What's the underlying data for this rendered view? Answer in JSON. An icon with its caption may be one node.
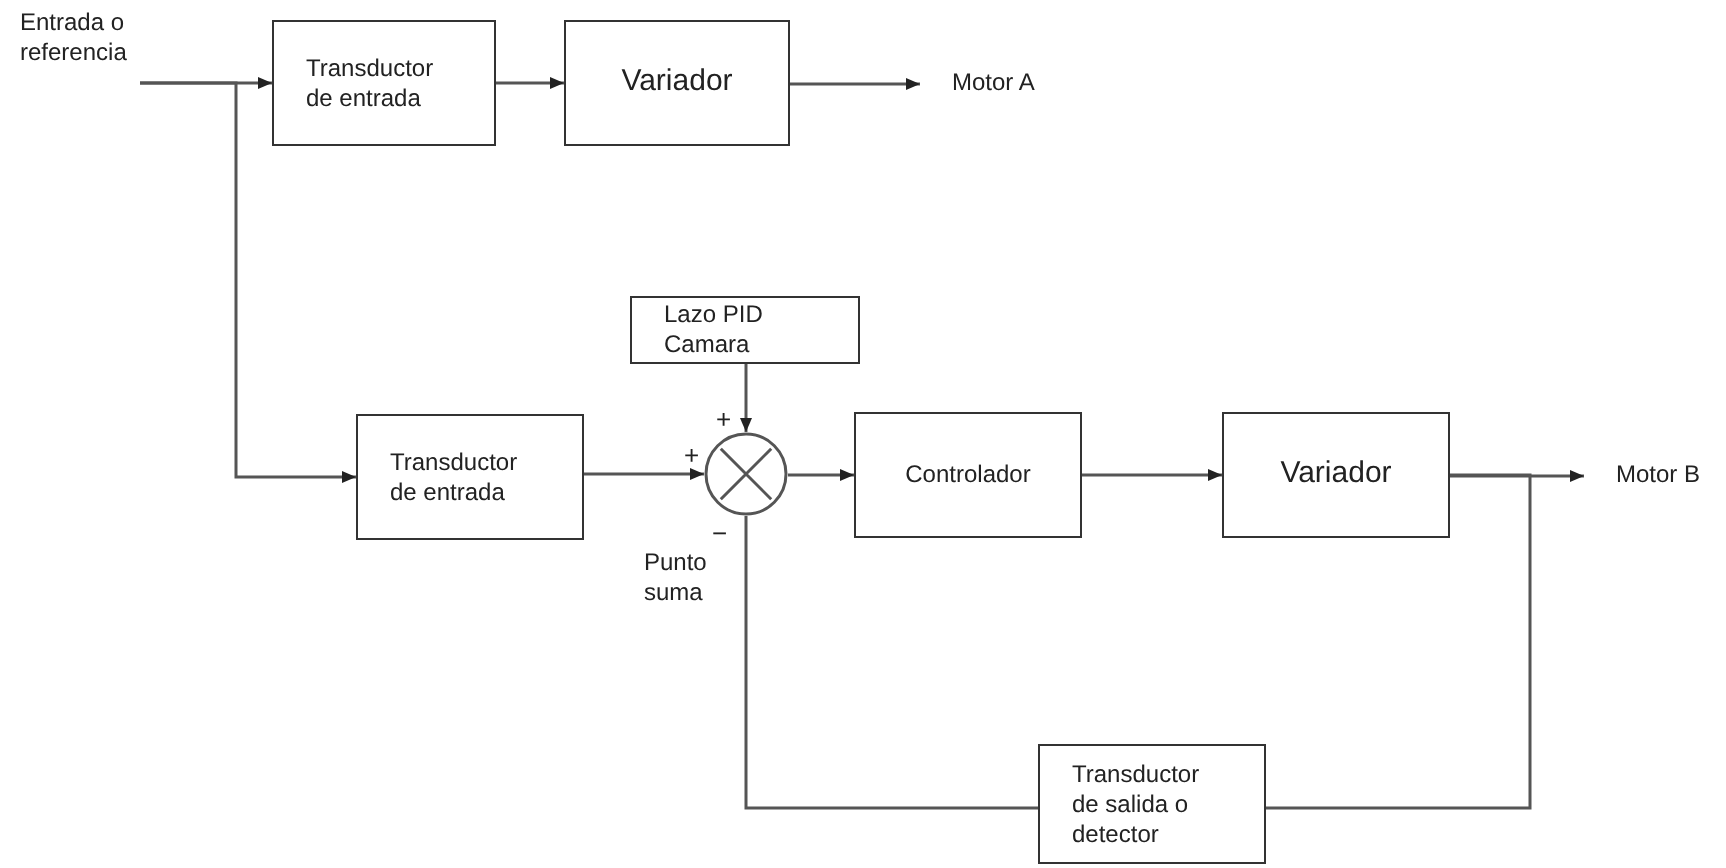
{
  "diagram": {
    "nodes": [
      {
        "text": [
          "Entrada o referencia"
        ]
      },
      {
        "text": [
          "Transductor de entrada"
        ]
      },
      {
        "text": [
          "Variador"
        ]
      },
      {
        "text": [
          "Motor A"
        ]
      },
      {
        "text": [
          "Lazo PID Camara"
        ]
      },
      {
        "text": [
          "Transductor de entrada"
        ]
      },
      {
        "text": [],
        "shape": "circle",
        "beside": [
          "Punto suma"
        ]
      },
      {
        "text": [
          "Controlador"
        ]
      },
      {
        "text": [
          "Variador"
        ]
      },
      {
        "text": [
          "Motor B"
        ]
      },
      {
        "text": [
          "Transductor de salida o detector"
        ]
      }
    ],
    "edges": [
      {
        "from": 0,
        "to": 1,
        "arrow": "to"
      },
      {
        "from": 1,
        "to": 2,
        "arrow": "to"
      },
      {
        "from": 2,
        "to": 3,
        "arrow": "to"
      },
      {
        "from": 0,
        "to": 5,
        "arrow": "to"
      },
      {
        "from": 4,
        "to": 6,
        "arrow": "to"
      },
      {
        "from": 5,
        "to": 6,
        "arrow": "to"
      },
      {
        "from": 6,
        "to": 7,
        "arrow": "to"
      },
      {
        "from": 7,
        "to": 8,
        "arrow": "to"
      },
      {
        "from": 8,
        "to": 9,
        "arrow": "to"
      },
      {
        "from": 8,
        "to": 10,
        "arrow": "none"
      },
      {
        "from": 10,
        "to": 6,
        "arrow": "none"
      }
    ],
    "labels": [
      "+",
      "+",
      "−"
    ]
  }
}
